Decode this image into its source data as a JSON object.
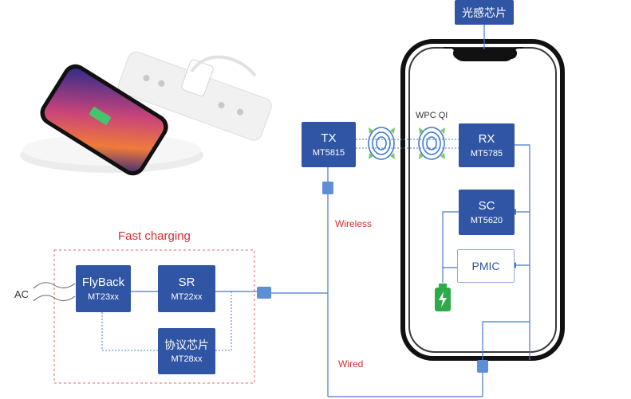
{
  "top_chip": "光感芯片",
  "fast_charging": "Fast charging",
  "ac": "AC",
  "wireless": "Wireless",
  "wired": "Wired",
  "wpc": "WPC QI",
  "tx": {
    "title": "TX",
    "sub": "MT5815"
  },
  "rx": {
    "title": "RX",
    "sub": "MT5785"
  },
  "sc": {
    "title": "SC",
    "sub": "MT5620"
  },
  "pmic": "PMIC",
  "flyback": {
    "title": "FlyBack",
    "sub": "MT23xx"
  },
  "sr": {
    "title": "SR",
    "sub": "MT22xx"
  },
  "protocol": {
    "title": "协议芯片",
    "sub": "MT28xx"
  },
  "colors": {
    "block": "#2f55a4",
    "line": "#4a78c8",
    "red": "#d32f2f",
    "battery": "#2eaa4a"
  }
}
